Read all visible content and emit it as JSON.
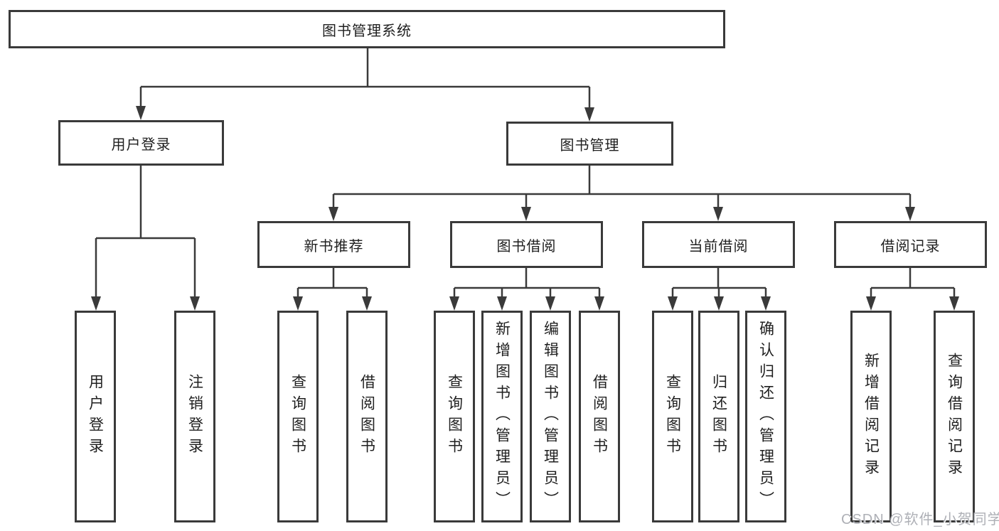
{
  "diagram": {
    "type": "hierarchy-tree",
    "colors": {
      "ink": "#3a3a3a",
      "box_fill": "#ffffff",
      "text": "#1f1f1f",
      "watermark": "#aaacb2"
    },
    "tree": {
      "root": {
        "label": "图书管理系统",
        "children": [
          {
            "label": "用户登录",
            "children": [
              {
                "label": "用户登录"
              },
              {
                "label": "注销登录"
              }
            ]
          },
          {
            "label": "图书管理",
            "children": [
              {
                "label": "新书推荐",
                "children": [
                  {
                    "label": "查询图书"
                  },
                  {
                    "label": "借阅图书"
                  }
                ]
              },
              {
                "label": "图书借阅",
                "children": [
                  {
                    "label": "查询图书"
                  },
                  {
                    "label": "新增图书（管理员）"
                  },
                  {
                    "label": "编辑图书（管理员）"
                  },
                  {
                    "label": "借阅图书"
                  }
                ]
              },
              {
                "label": "当前借阅",
                "children": [
                  {
                    "label": "查询图书"
                  },
                  {
                    "label": "归还图书"
                  },
                  {
                    "label": "确认归还（管理员）"
                  }
                ]
              },
              {
                "label": "借阅记录",
                "children": [
                  {
                    "label": "新增借阅记录"
                  },
                  {
                    "label": "查询借阅记录"
                  }
                ]
              }
            ]
          }
        ]
      }
    },
    "watermark": {
      "text": "CSDN @软件_小贺同学"
    }
  }
}
